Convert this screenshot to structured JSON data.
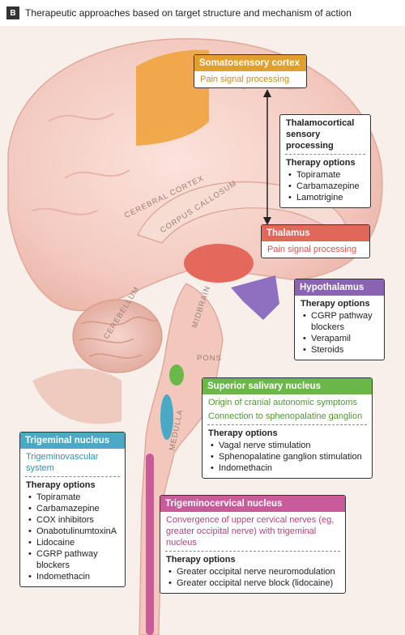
{
  "figure": {
    "panel_letter": "B",
    "title": "Therapeutic approaches based on target structure and mechanism of action"
  },
  "colors": {
    "somatosensory": "#e0a030",
    "thalamus": "#e0675a",
    "hypothalamus": "#8a64b2",
    "superior_salivary": "#6bb84a",
    "trigeminal": "#4aa9c5",
    "trigeminocervical": "#c85c9a",
    "thalamocortical": "#ffffff"
  },
  "anatomy_labels": {
    "cerebral_cortex": "CEREBRAL CORTEX",
    "corpus_callosum": "CORPUS CALLOSUM",
    "cerebellum": "CEREBELLUM",
    "midbrain": "MIDBRAIN",
    "pons": "PONS",
    "medulla": "MEDULLA"
  },
  "boxes": {
    "somatosensory": {
      "header": "Somatosensory cortex",
      "subtitle": "Pain signal processing"
    },
    "thalamocortical": {
      "subtitle": "Thalamocortical sensory processing",
      "therapy_title": "Therapy options",
      "items": [
        "Topiramate",
        "Carbamazepine",
        "Lamotrigine"
      ]
    },
    "thalamus": {
      "header": "Thalamus",
      "subtitle": "Pain signal processing"
    },
    "hypothalamus": {
      "header": "Hypothalamus",
      "therapy_title": "Therapy options",
      "items": [
        "CGRP pathway blockers",
        "Verapamil",
        "Steroids"
      ]
    },
    "superior_salivary": {
      "header": "Superior salivary nucleus",
      "subtitle_1": "Origin of cranial autonomic symptoms",
      "subtitle_2": "Connection to sphenopalatine ganglion",
      "therapy_title": "Therapy options",
      "items": [
        "Vagal nerve stimulation",
        "Sphenopalatine ganglion stimulation",
        "Indomethacin"
      ]
    },
    "trigeminal": {
      "header": "Trigeminal nucleus",
      "subtitle": "Trigeminovascular system",
      "therapy_title": "Therapy options",
      "items": [
        "Topiramate",
        "Carbamazepine",
        "COX inhibitors",
        "OnabotulinumtoxinA",
        "Lidocaine",
        "CGRP pathway blockers",
        "Indomethacin"
      ]
    },
    "trigeminocervical": {
      "header": "Trigeminocervical nucleus",
      "subtitle": "Convergence of upper cervical nerves (eg, greater occipital nerve) with trigeminal nucleus",
      "therapy_title": "Therapy options",
      "items": [
        "Greater occipital nerve neuromodulation",
        "Greater occipital nerve block (lidocaine)"
      ]
    }
  }
}
